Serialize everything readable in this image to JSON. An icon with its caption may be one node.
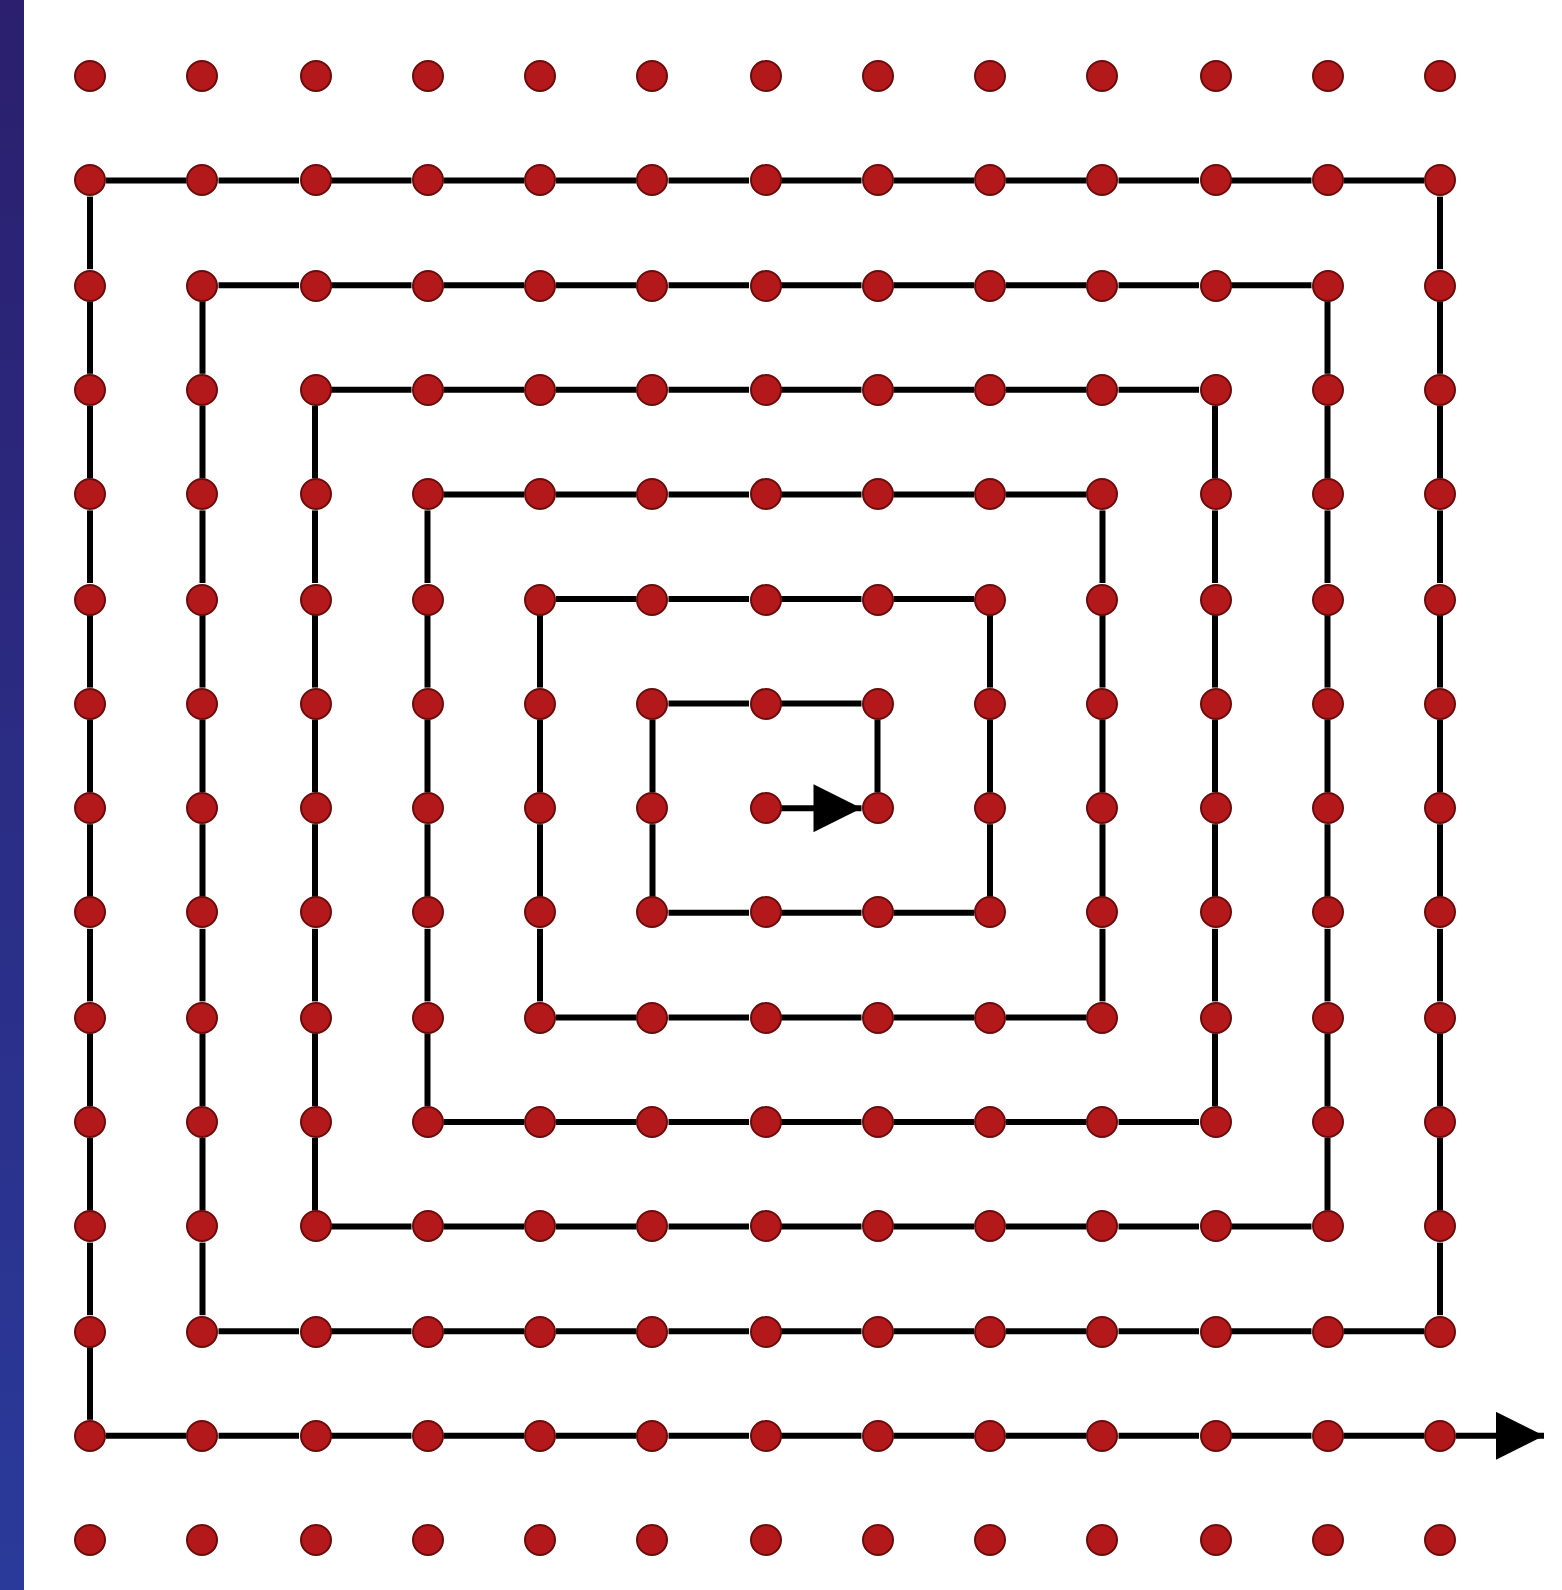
{
  "diagram": {
    "nodes": [
      {
        "text": [],
        "shape": "circle"
      },
      {
        "text": [],
        "shape": "circle"
      },
      {
        "text": [],
        "shape": "circle"
      },
      {
        "text": [],
        "shape": "circle"
      },
      {
        "text": [],
        "shape": "circle"
      },
      {
        "text": [],
        "shape": "circle"
      },
      {
        "text": [],
        "shape": "circle"
      },
      {
        "text": [],
        "shape": "circle"
      },
      {
        "text": [],
        "shape": "circle"
      },
      {
        "text": [],
        "shape": "circle"
      },
      {
        "text": [],
        "shape": "circle"
      },
      {
        "text": [],
        "shape": "circle"
      },
      {
        "text": [],
        "shape": "circle"
      },
      {
        "text": [],
        "shape": "circle"
      },
      {
        "text": [],
        "shape": "circle"
      },
      {
        "text": [],
        "shape": "circle"
      },
      {
        "text": [],
        "shape": "circle"
      },
      {
        "text": [],
        "shape": "circle"
      },
      {
        "text": [],
        "shape": "circle"
      },
      {
        "text": [],
        "shape": "circle"
      },
      {
        "text": [],
        "shape": "circle"
      },
      {
        "text": [],
        "shape": "circle"
      },
      {
        "text": [],
        "shape": "circle"
      },
      {
        "text": [],
        "shape": "circle"
      },
      {
        "text": [],
        "shape": "circle"
      },
      {
        "text": [],
        "shape": "circle"
      },
      {
        "text": [],
        "shape": "circle"
      },
      {
        "text": [],
        "shape": "circle"
      },
      {
        "text": [],
        "shape": "circle"
      },
      {
        "text": [],
        "shape": "circle"
      },
      {
        "text": [],
        "shape": "circle"
      },
      {
        "text": [],
        "shape": "circle"
      },
      {
        "text": [],
        "shape": "circle"
      },
      {
        "text": [],
        "shape": "circle"
      },
      {
        "text": [],
        "shape": "circle"
      },
      {
        "text": [],
        "shape": "circle"
      },
      {
        "text": [],
        "shape": "circle"
      },
      {
        "text": [],
        "shape": "circle"
      },
      {
        "text": [],
        "shape": "circle"
      },
      {
        "text": [],
        "shape": "circle"
      },
      {
        "text": [],
        "shape": "circle"
      },
      {
        "text": [],
        "shape": "circle"
      },
      {
        "text": [],
        "shape": "circle"
      },
      {
        "text": [],
        "shape": "circle"
      },
      {
        "text": [],
        "shape": "circle"
      },
      {
        "text": [],
        "shape": "circle"
      },
      {
        "text": [],
        "shape": "circle"
      },
      {
        "text": [],
        "shape": "circle"
      },
      {
        "text": [],
        "shape": "circle"
      },
      {
        "text": [],
        "shape": "circle"
      },
      {
        "text": [],
        "shape": "circle"
      },
      {
        "text": [],
        "shape": "circle"
      },
      {
        "text": [],
        "shape": "circle"
      },
      {
        "text": [],
        "shape": "circle"
      },
      {
        "text": [],
        "shape": "circle"
      },
      {
        "text": [],
        "shape": "circle"
      },
      {
        "text": [],
        "shape": "circle"
      },
      {
        "text": [],
        "shape": "circle"
      },
      {
        "text": [],
        "shape": "circle"
      },
      {
        "text": [],
        "shape": "circle"
      },
      {
        "text": [],
        "shape": "circle"
      },
      {
        "text": [],
        "shape": "circle"
      },
      {
        "text": [],
        "shape": "circle"
      },
      {
        "text": [],
        "shape": "circle"
      },
      {
        "text": [],
        "shape": "circle"
      },
      {
        "text": [],
        "shape": "circle"
      },
      {
        "text": [],
        "shape": "circle"
      },
      {
        "text": [],
        "shape": "circle"
      },
      {
        "text": [],
        "shape": "circle"
      },
      {
        "text": [],
        "shape": "circle"
      },
      {
        "text": [],
        "shape": "circle"
      },
      {
        "text": [],
        "shape": "circle"
      },
      {
        "text": [],
        "shape": "circle"
      },
      {
        "text": [],
        "shape": "circle"
      },
      {
        "text": [],
        "shape": "circle"
      },
      {
        "text": [],
        "shape": "circle"
      },
      {
        "text": [],
        "shape": "circle"
      },
      {
        "text": [],
        "shape": "circle"
      },
      {
        "text": [],
        "shape": "circle"
      },
      {
        "text": [],
        "shape": "circle"
      },
      {
        "text": [],
        "shape": "circle"
      },
      {
        "text": [],
        "shape": "circle"
      },
      {
        "text": [],
        "shape": "circle"
      },
      {
        "text": [],
        "shape": "circle"
      },
      {
        "text": [],
        "shape": "circle"
      },
      {
        "text": [],
        "shape": "circle"
      },
      {
        "text": [],
        "shape": "circle"
      },
      {
        "text": [],
        "shape": "circle"
      },
      {
        "text": [],
        "shape": "circle"
      },
      {
        "text": [],
        "shape": "circle"
      },
      {
        "text": [],
        "shape": "circle"
      },
      {
        "text": [],
        "shape": "circle"
      },
      {
        "text": [],
        "shape": "circle"
      },
      {
        "text": [],
        "shape": "circle"
      },
      {
        "text": [],
        "shape": "circle"
      },
      {
        "text": [],
        "shape": "circle"
      },
      {
        "text": [],
        "shape": "circle"
      },
      {
        "text": [],
        "shape": "circle"
      },
      {
        "text": [],
        "shape": "circle"
      },
      {
        "text": [],
        "shape": "circle"
      },
      {
        "text": [],
        "shape": "circle"
      },
      {
        "text": [],
        "shape": "circle"
      },
      {
        "text": [],
        "shape": "circle"
      },
      {
        "text": [],
        "shape": "circle"
      },
      {
        "text": [],
        "shape": "circle"
      },
      {
        "text": [],
        "shape": "circle"
      },
      {
        "text": [],
        "shape": "circle"
      },
      {
        "text": [],
        "shape": "circle"
      },
      {
        "text": [],
        "shape": "circle"
      },
      {
        "text": [],
        "shape": "circle"
      },
      {
        "text": [],
        "shape": "circle"
      },
      {
        "text": [],
        "shape": "circle"
      },
      {
        "text": [],
        "shape": "circle"
      },
      {
        "text": [],
        "shape": "circle"
      },
      {
        "text": [],
        "shape": "circle"
      },
      {
        "text": [],
        "shape": "circle"
      },
      {
        "text": [],
        "shape": "circle"
      },
      {
        "text": [],
        "shape": "circle"
      },
      {
        "text": [],
        "shape": "circle"
      },
      {
        "text": [],
        "shape": "circle"
      },
      {
        "text": [],
        "shape": "circle"
      },
      {
        "text": [],
        "shape": "circle"
      },
      {
        "text": [],
        "shape": "circle"
      },
      {
        "text": [],
        "shape": "circle"
      },
      {
        "text": [],
        "shape": "circle"
      },
      {
        "text": [],
        "shape": "circle"
      },
      {
        "text": [],
        "shape": "circle"
      },
      {
        "text": [],
        "shape": "circle"
      },
      {
        "text": [],
        "shape": "circle"
      },
      {
        "text": [],
        "shape": "circle"
      },
      {
        "text": [],
        "shape": "circle"
      },
      {
        "text": [],
        "shape": "circle"
      },
      {
        "text": [],
        "shape": "circle"
      },
      {
        "text": [],
        "shape": "circle"
      },
      {
        "text": [],
        "shape": "circle"
      },
      {
        "text": [],
        "shape": "circle"
      },
      {
        "text": [],
        "shape": "circle"
      },
      {
        "text": [],
        "shape": "circle"
      },
      {
        "text": [],
        "shape": "circle"
      },
      {
        "text": [],
        "shape": "circle"
      },
      {
        "text": [],
        "shape": "circle"
      },
      {
        "text": [],
        "shape": "circle"
      },
      {
        "text": [],
        "shape": "circle"
      },
      {
        "text": [],
        "shape": "circle"
      },
      {
        "text": [],
        "shape": "circle"
      },
      {
        "text": [],
        "shape": "circle"
      },
      {
        "text": [],
        "shape": "circle"
      },
      {
        "text": [],
        "shape": "circle"
      },
      {
        "text": [],
        "shape": "circle"
      },
      {
        "text": [],
        "shape": "circle"
      },
      {
        "text": [],
        "shape": "circle"
      },
      {
        "text": [],
        "shape": "circle"
      },
      {
        "text": [],
        "shape": "circle"
      },
      {
        "text": [],
        "shape": "circle"
      },
      {
        "text": [],
        "shape": "circle"
      },
      {
        "text": [],
        "shape": "circle"
      },
      {
        "text": [],
        "shape": "circle"
      },
      {
        "text": [],
        "shape": "circle"
      },
      {
        "text": [],
        "shape": "circle"
      },
      {
        "text": [],
        "shape": "circle"
      },
      {
        "text": [],
        "shape": "circle"
      },
      {
        "text": [],
        "shape": "circle"
      },
      {
        "text": [],
        "shape": "circle"
      },
      {
        "text": [],
        "shape": "circle"
      },
      {
        "text": [],
        "shape": "circle"
      },
      {
        "text": [],
        "shape": "circle"
      },
      {
        "text": [],
        "shape": "circle"
      },
      {
        "text": [],
        "shape": "circle"
      },
      {
        "text": [],
        "shape": "circle"
      },
      {
        "text": [],
        "shape": "circle"
      },
      {
        "text": [],
        "shape": "circle"
      },
      {
        "text": [],
        "shape": "circle"
      },
      {
        "text": [],
        "shape": "circle"
      },
      {
        "text": [],
        "shape": "circle"
      },
      {
        "text": [],
        "shape": "circle"
      },
      {
        "text": [],
        "shape": "circle"
      },
      {
        "text": [],
        "shape": "circle"
      },
      {
        "text": [],
        "shape": "circle"
      },
      {
        "text": [],
        "shape": "circle"
      },
      {
        "text": [],
        "shape": "circle"
      },
      {
        "text": [],
        "shape": "circle"
      },
      {
        "text": [],
        "shape": "circle"
      },
      {
        "text": [],
        "shape": "circle"
      },
      {
        "text": [],
        "shape": "circle"
      },
      {
        "text": [],
        "shape": "circle"
      },
      {
        "text": [],
        "shape": "circle"
      },
      {
        "text": [],
        "shape": "circle"
      },
      {
        "text": [],
        "shape": "circle"
      },
      {
        "text": [],
        "shape": "circle"
      },
      {
        "text": [],
        "shape": "circle"
      },
      {
        "text": [],
        "shape": "circle"
      },
      {
        "text": [],
        "shape": "circle"
      },
      {
        "text": [],
        "shape": "circle"
      },
      {
        "text": [],
        "shape": "circle"
      },
      {
        "text": [],
        "shape": "circle"
      }
    ],
    "edges": [
      {
        "from": 97,
        "to": 98,
        "arrow": "to"
      },
      {
        "from": 98,
        "to": 85,
        "arrow": "none"
      },
      {
        "from": 85,
        "to": 84,
        "arrow": "none"
      },
      {
        "from": 84,
        "to": 83,
        "arrow": "none"
      },
      {
        "from": 83,
        "to": 96,
        "arrow": "none"
      },
      {
        "from": 96,
        "to": 109,
        "arrow": "none"
      },
      {
        "from": 109,
        "to": 110,
        "arrow": "none"
      },
      {
        "from": 110,
        "to": 111,
        "arrow": "none"
      },
      {
        "from": 111,
        "to": 112,
        "arrow": "none"
      },
      {
        "from": 112,
        "to": 99,
        "arrow": "none"
      },
      {
        "from": 99,
        "to": 86,
        "arrow": "none"
      },
      {
        "from": 86,
        "to": 73,
        "arrow": "none"
      },
      {
        "from": 73,
        "to": 72,
        "arrow": "none"
      },
      {
        "from": 72,
        "to": 71,
        "arrow": "none"
      },
      {
        "from": 71,
        "to": 70,
        "arrow": "none"
      },
      {
        "from": 70,
        "to": 69,
        "arrow": "none"
      },
      {
        "from": 69,
        "to": 82,
        "arrow": "none"
      },
      {
        "from": 82,
        "to": 95,
        "arrow": "none"
      },
      {
        "from": 95,
        "to": 108,
        "arrow": "none"
      },
      {
        "from": 108,
        "to": 121,
        "arrow": "none"
      },
      {
        "from": 121,
        "to": 122,
        "arrow": "none"
      },
      {
        "from": 122,
        "to": 123,
        "arrow": "none"
      },
      {
        "from": 123,
        "to": 124,
        "arrow": "none"
      },
      {
        "from": 124,
        "to": 125,
        "arrow": "none"
      },
      {
        "from": 125,
        "to": 126,
        "arrow": "none"
      },
      {
        "from": 126,
        "to": 113,
        "arrow": "none"
      },
      {
        "from": 113,
        "to": 100,
        "arrow": "none"
      },
      {
        "from": 100,
        "to": 87,
        "arrow": "none"
      },
      {
        "from": 87,
        "to": 74,
        "arrow": "none"
      },
      {
        "from": 74,
        "to": 61,
        "arrow": "none"
      },
      {
        "from": 61,
        "to": 60,
        "arrow": "none"
      },
      {
        "from": 60,
        "to": 59,
        "arrow": "none"
      },
      {
        "from": 59,
        "to": 58,
        "arrow": "none"
      },
      {
        "from": 58,
        "to": 57,
        "arrow": "none"
      },
      {
        "from": 57,
        "to": 56,
        "arrow": "none"
      },
      {
        "from": 56,
        "to": 55,
        "arrow": "none"
      },
      {
        "from": 55,
        "to": 68,
        "arrow": "none"
      },
      {
        "from": 68,
        "to": 81,
        "arrow": "none"
      },
      {
        "from": 81,
        "to": 94,
        "arrow": "none"
      },
      {
        "from": 94,
        "to": 107,
        "arrow": "none"
      },
      {
        "from": 107,
        "to": 120,
        "arrow": "none"
      },
      {
        "from": 120,
        "to": 133,
        "arrow": "none"
      },
      {
        "from": 133,
        "to": 134,
        "arrow": "none"
      },
      {
        "from": 134,
        "to": 135,
        "arrow": "none"
      },
      {
        "from": 135,
        "to": 136,
        "arrow": "none"
      },
      {
        "from": 136,
        "to": 137,
        "arrow": "none"
      },
      {
        "from": 137,
        "to": 138,
        "arrow": "none"
      },
      {
        "from": 138,
        "to": 139,
        "arrow": "none"
      },
      {
        "from": 139,
        "to": 140,
        "arrow": "none"
      },
      {
        "from": 140,
        "to": 127,
        "arrow": "none"
      },
      {
        "from": 127,
        "to": 114,
        "arrow": "none"
      },
      {
        "from": 114,
        "to": 101,
        "arrow": "none"
      },
      {
        "from": 101,
        "to": 88,
        "arrow": "none"
      },
      {
        "from": 88,
        "to": 75,
        "arrow": "none"
      },
      {
        "from": 75,
        "to": 62,
        "arrow": "none"
      },
      {
        "from": 62,
        "to": 49,
        "arrow": "none"
      },
      {
        "from": 49,
        "to": 48,
        "arrow": "none"
      },
      {
        "from": 48,
        "to": 47,
        "arrow": "none"
      },
      {
        "from": 47,
        "to": 46,
        "arrow": "none"
      },
      {
        "from": 46,
        "to": 45,
        "arrow": "none"
      },
      {
        "from": 45,
        "to": 44,
        "arrow": "none"
      },
      {
        "from": 44,
        "to": 43,
        "arrow": "none"
      },
      {
        "from": 43,
        "to": 42,
        "arrow": "none"
      },
      {
        "from": 42,
        "to": 41,
        "arrow": "none"
      },
      {
        "from": 41,
        "to": 54,
        "arrow": "none"
      },
      {
        "from": 54,
        "to": 67,
        "arrow": "none"
      },
      {
        "from": 67,
        "to": 80,
        "arrow": "none"
      },
      {
        "from": 80,
        "to": 93,
        "arrow": "none"
      },
      {
        "from": 93,
        "to": 106,
        "arrow": "none"
      },
      {
        "from": 106,
        "to": 119,
        "arrow": "none"
      },
      {
        "from": 119,
        "to": 132,
        "arrow": "none"
      },
      {
        "from": 132,
        "to": 145,
        "arrow": "none"
      },
      {
        "from": 145,
        "to": 146,
        "arrow": "none"
      },
      {
        "from": 146,
        "to": 147,
        "arrow": "none"
      },
      {
        "from": 147,
        "to": 148,
        "arrow": "none"
      },
      {
        "from": 148,
        "to": 149,
        "arrow": "none"
      },
      {
        "from": 149,
        "to": 150,
        "arrow": "none"
      },
      {
        "from": 150,
        "to": 151,
        "arrow": "none"
      },
      {
        "from": 151,
        "to": 152,
        "arrow": "none"
      },
      {
        "from": 152,
        "to": 153,
        "arrow": "none"
      },
      {
        "from": 153,
        "to": 154,
        "arrow": "none"
      },
      {
        "from": 154,
        "to": 141,
        "arrow": "none"
      },
      {
        "from": 141,
        "to": 128,
        "arrow": "none"
      },
      {
        "from": 128,
        "to": 115,
        "arrow": "none"
      },
      {
        "from": 115,
        "to": 102,
        "arrow": "none"
      },
      {
        "from": 102,
        "to": 89,
        "arrow": "none"
      },
      {
        "from": 89,
        "to": 76,
        "arrow": "none"
      },
      {
        "from": 76,
        "to": 63,
        "arrow": "none"
      },
      {
        "from": 63,
        "to": 50,
        "arrow": "none"
      },
      {
        "from": 50,
        "to": 37,
        "arrow": "none"
      },
      {
        "from": 37,
        "to": 36,
        "arrow": "none"
      },
      {
        "from": 36,
        "to": 35,
        "arrow": "none"
      },
      {
        "from": 35,
        "to": 34,
        "arrow": "none"
      },
      {
        "from": 34,
        "to": 33,
        "arrow": "none"
      },
      {
        "from": 33,
        "to": 32,
        "arrow": "none"
      },
      {
        "from": 32,
        "to": 31,
        "arrow": "none"
      },
      {
        "from": 31,
        "to": 30,
        "arrow": "none"
      },
      {
        "from": 30,
        "to": 29,
        "arrow": "none"
      },
      {
        "from": 29,
        "to": 28,
        "arrow": "none"
      },
      {
        "from": 28,
        "to": 27,
        "arrow": "none"
      },
      {
        "from": 27,
        "to": 40,
        "arrow": "none"
      },
      {
        "from": 40,
        "to": 53,
        "arrow": "none"
      },
      {
        "from": 53,
        "to": 66,
        "arrow": "none"
      },
      {
        "from": 66,
        "to": 79,
        "arrow": "none"
      },
      {
        "from": 79,
        "to": 92,
        "arrow": "none"
      },
      {
        "from": 92,
        "to": 105,
        "arrow": "none"
      },
      {
        "from": 105,
        "to": 118,
        "arrow": "none"
      },
      {
        "from": 118,
        "to": 131,
        "arrow": "none"
      },
      {
        "from": 131,
        "to": 144,
        "arrow": "none"
      },
      {
        "from": 144,
        "to": 157,
        "arrow": "none"
      },
      {
        "from": 157,
        "to": 158,
        "arrow": "none"
      },
      {
        "from": 158,
        "to": 159,
        "arrow": "none"
      },
      {
        "from": 159,
        "to": 160,
        "arrow": "none"
      },
      {
        "from": 160,
        "to": 161,
        "arrow": "none"
      },
      {
        "from": 161,
        "to": 162,
        "arrow": "none"
      },
      {
        "from": 162,
        "to": 163,
        "arrow": "none"
      },
      {
        "from": 163,
        "to": 164,
        "arrow": "none"
      },
      {
        "from": 164,
        "to": 165,
        "arrow": "none"
      },
      {
        "from": 165,
        "to": 166,
        "arrow": "none"
      },
      {
        "from": 166,
        "to": 167,
        "arrow": "none"
      },
      {
        "from": 167,
        "to": 168,
        "arrow": "none"
      },
      {
        "from": 168,
        "to": 155,
        "arrow": "none"
      },
      {
        "from": 155,
        "to": 142,
        "arrow": "none"
      },
      {
        "from": 142,
        "to": 129,
        "arrow": "none"
      },
      {
        "from": 129,
        "to": 116,
        "arrow": "none"
      },
      {
        "from": 116,
        "to": 103,
        "arrow": "none"
      },
      {
        "from": 103,
        "to": 90,
        "arrow": "none"
      },
      {
        "from": 90,
        "to": 77,
        "arrow": "none"
      },
      {
        "from": 77,
        "to": 64,
        "arrow": "none"
      },
      {
        "from": 64,
        "to": 51,
        "arrow": "none"
      },
      {
        "from": 51,
        "to": 38,
        "arrow": "none"
      },
      {
        "from": 38,
        "to": 25,
        "arrow": "none"
      },
      {
        "from": 25,
        "to": 24,
        "arrow": "none"
      },
      {
        "from": 24,
        "to": 23,
        "arrow": "none"
      },
      {
        "from": 23,
        "to": 22,
        "arrow": "none"
      },
      {
        "from": 22,
        "to": 21,
        "arrow": "none"
      },
      {
        "from": 21,
        "to": 20,
        "arrow": "none"
      },
      {
        "from": 20,
        "to": 19,
        "arrow": "none"
      },
      {
        "from": 19,
        "to": 18,
        "arrow": "none"
      },
      {
        "from": 18,
        "to": 17,
        "arrow": "none"
      },
      {
        "from": 17,
        "to": 16,
        "arrow": "none"
      },
      {
        "from": 16,
        "to": 15,
        "arrow": "none"
      },
      {
        "from": 15,
        "to": 14,
        "arrow": "none"
      },
      {
        "from": 14,
        "to": 13,
        "arrow": "none"
      },
      {
        "from": 13,
        "to": 26,
        "arrow": "none"
      },
      {
        "from": 26,
        "to": 39,
        "arrow": "none"
      },
      {
        "from": 39,
        "to": 52,
        "arrow": "none"
      },
      {
        "from": 52,
        "to": 65,
        "arrow": "none"
      },
      {
        "from": 65,
        "to": 78,
        "arrow": "none"
      },
      {
        "from": 78,
        "to": 91,
        "arrow": "none"
      },
      {
        "from": 91,
        "to": 104,
        "arrow": "none"
      },
      {
        "from": 104,
        "to": 117,
        "arrow": "none"
      },
      {
        "from": 117,
        "to": 130,
        "arrow": "none"
      },
      {
        "from": 130,
        "to": 143,
        "arrow": "none"
      },
      {
        "from": 143,
        "to": 156,
        "arrow": "none"
      },
      {
        "from": 156,
        "to": 169,
        "arrow": "none"
      },
      {
        "from": 169,
        "to": 170,
        "arrow": "none"
      },
      {
        "from": 170,
        "to": 171,
        "arrow": "none"
      },
      {
        "from": 171,
        "to": 172,
        "arrow": "none"
      },
      {
        "from": 172,
        "to": 173,
        "arrow": "none"
      },
      {
        "from": 173,
        "to": 174,
        "arrow": "none"
      },
      {
        "from": 174,
        "to": 175,
        "arrow": "none"
      },
      {
        "from": 175,
        "to": 176,
        "arrow": "none"
      },
      {
        "from": 176,
        "to": 177,
        "arrow": "none"
      },
      {
        "from": 177,
        "to": 178,
        "arrow": "none"
      },
      {
        "from": 178,
        "to": 179,
        "arrow": "none"
      },
      {
        "from": 179,
        "to": 180,
        "arrow": "none"
      },
      {
        "from": 180,
        "to": 181,
        "arrow": "none"
      },
      {
        "from": 181,
        "to": null,
        "arrow": "to"
      }
    ]
  }
}
